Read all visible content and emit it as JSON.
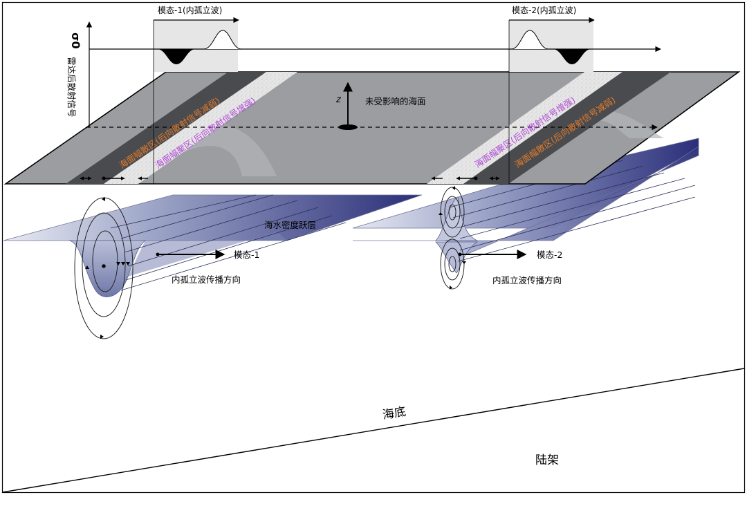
{
  "labels": {
    "mode1_title": "模态-1(内孤立波)",
    "mode2_title": "模态-2(内孤立波)",
    "sigma0_symbol": "σ0",
    "radar_axis_label": "雷达后散射信号",
    "z_axis": "z",
    "undisturbed_surface": "未受影响的海面",
    "divergence_left": "海面幅散区(后向散射信号减弱)",
    "convergence_left": "海面幅聚区(后向散射信号增强)",
    "convergence_right": "海面幅聚区(后向散射信号增强)",
    "divergence_right": "海面幅散区(后向散射信号减弱)",
    "pycnocline": "海水密度跃层",
    "mode1_arrow": "模态-1",
    "mode2_arrow": "模态-2",
    "propagation_left": "内孤立波传播方向",
    "propagation_right": "内孤立波传播方向",
    "seabed": "海底",
    "shelf": "陆架"
  },
  "colors": {
    "divergence_text": "#e07a2a",
    "convergence_text": "#b14bd6",
    "surface": "#9a9c9f",
    "dark_band": "#4b4c50",
    "rough_band": "#e4e4e4",
    "pycnocline_top": "#e5e8f2",
    "pycnocline_bottom": "#2b2f78"
  }
}
